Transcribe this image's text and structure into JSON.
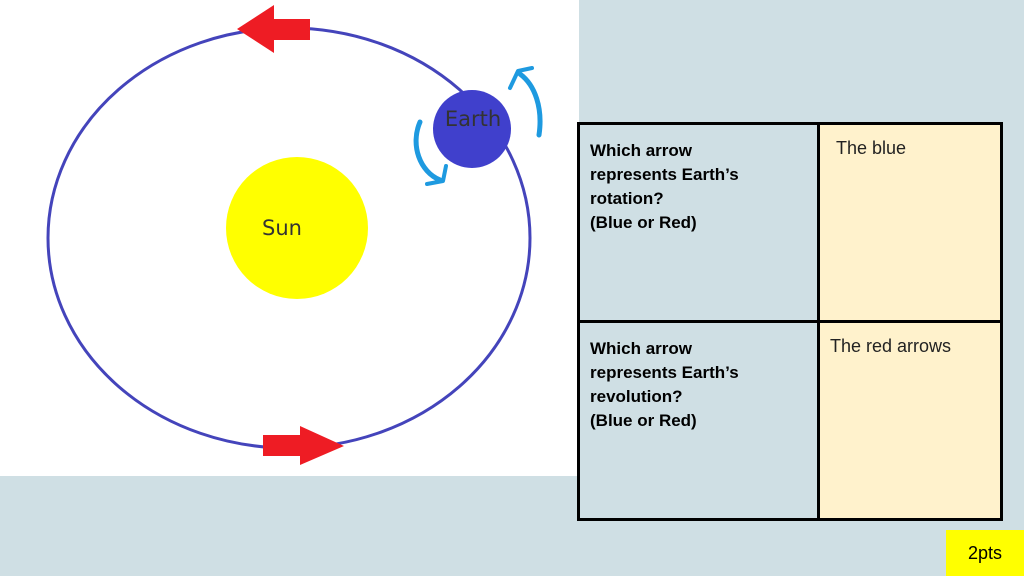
{
  "diagram": {
    "sun_label": "Sun",
    "earth_label": "Earth",
    "colors": {
      "orbit": "#4444bb",
      "sun": "#ffff00",
      "earth": "#4040cc",
      "revolution_arrow": "#ee1c24",
      "rotation_arrow": "#1e9ae0"
    }
  },
  "table": {
    "rows": [
      {
        "question": "Which arrow\nrepresents Earth’s\nrotation?\n(Blue or Red)",
        "answer": "The blue"
      },
      {
        "question": "Which arrow\nrepresents Earth’s\nrevolution?\n(Blue or Red)",
        "answer": "The red arrows"
      }
    ]
  },
  "points_badge": "2pts"
}
